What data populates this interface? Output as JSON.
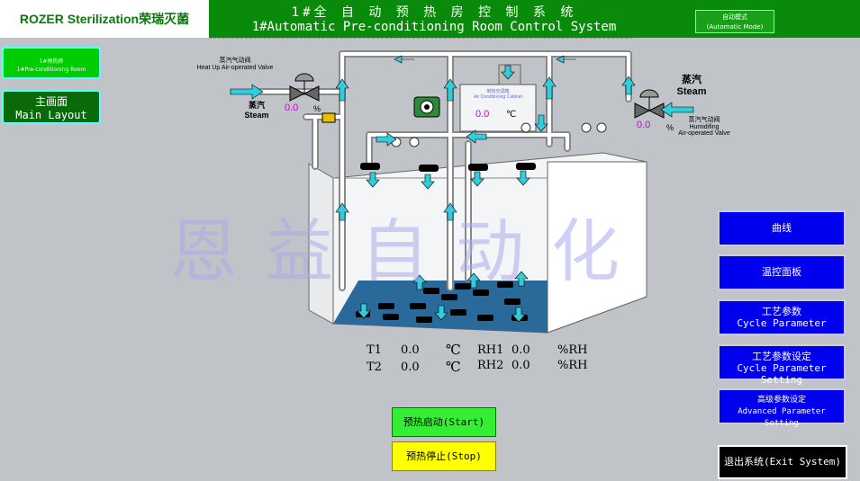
{
  "header": {
    "brand": "ROZER Sterilization荣瑞灭菌",
    "title_cn": "1#全 自 动 预 热 房 控 制 系 统",
    "title_en": "1#Automatic Pre-conditioning Room Control System",
    "mode_cn": "自动模式",
    "mode_en": "(Automatic Mode)"
  },
  "sidebar": {
    "room_cn": "1#预热房",
    "room_en": "1#Pre-conditioning Room",
    "main_cn": "主画面",
    "main_en": "Main Layout"
  },
  "process": {
    "heat_valve_cn": "蒸汽气动阀",
    "heat_valve_en": "Heat Up Air-operated Valve",
    "steam_left_cn": "蒸汽",
    "steam_left_en": "Steam",
    "heat_valve_value": "0.0",
    "heat_valve_unit": "%",
    "steam_right_cn": "蒸汽",
    "steam_right_en": "Steam",
    "humid_valve_cn": "蒸汽气动阀",
    "humid_valve_en1": "Humidifing",
    "humid_valve_en2": "Air-operated Valve",
    "humid_valve_value": "0.0",
    "humid_valve_unit": "%",
    "cabinet_cn": "制热空调箱",
    "cabinet_en": "Air Conditioning Cabinet",
    "cabinet_value": "0.0",
    "cabinet_unit": "℃"
  },
  "watermark": "恩益自动化",
  "readings": {
    "t1_label": "T1",
    "t1_value": "0.0",
    "t1_unit": "℃",
    "rh1_label": "RH1",
    "rh1_value": "0.0",
    "rh1_unit": "%RH",
    "t2_label": "T2",
    "t2_value": "0.0",
    "t2_unit": "℃",
    "rh2_label": "RH2",
    "rh2_value": "0.0",
    "rh2_unit": "%RH"
  },
  "menu": {
    "curve": "曲线",
    "temp_panel": "温控面板",
    "cycle_param_cn": "工艺参数",
    "cycle_param_en": "Cycle Parameter",
    "cycle_setting_cn": "工艺参数设定",
    "cycle_setting_en": "Cycle Parameter Setting",
    "advanced_cn": "高级参数设定",
    "advanced_en": "Advanced Parameter Setting",
    "exit": "退出系统(Exit System)"
  },
  "controls": {
    "start": "预热启动(Start)",
    "stop": "预热停止(Stop)"
  },
  "colors": {
    "header_green": "#0a8a0a",
    "accent_blue": "#0000ee",
    "arrow_cyan": "#33ccdd",
    "value_magenta": "#cc00cc",
    "floor_blue": "#2a6a9a"
  },
  "icons": [
    "arrow-icon",
    "valve-icon",
    "fan-icon",
    "gauge-icon"
  ]
}
